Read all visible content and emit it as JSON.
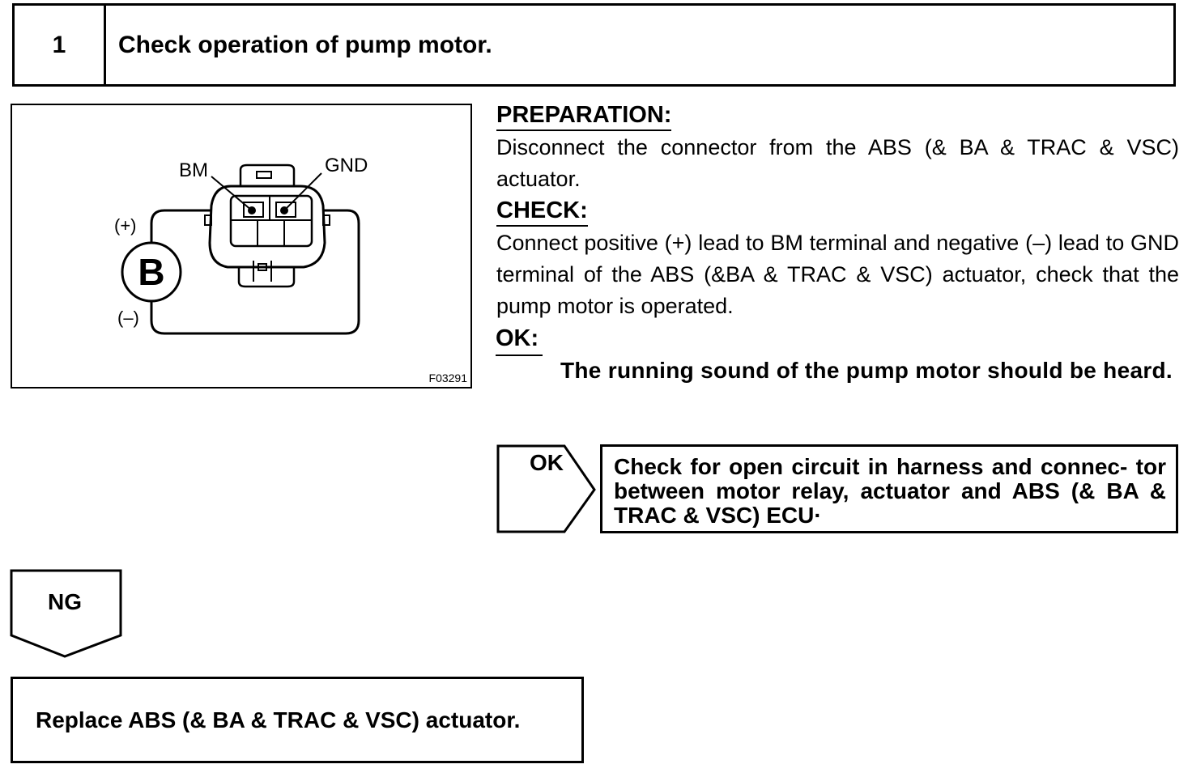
{
  "step": {
    "number": "1",
    "title": "Check operation of pump motor."
  },
  "figure": {
    "label_bm": "BM",
    "label_gnd": "GND",
    "label_plus": "(+)",
    "label_minus": "(–)",
    "battery_symbol": "B",
    "figure_code": "F03291"
  },
  "preparation": {
    "heading": "PREPARATION:",
    "text": "Disconnect the connector from the ABS (& BA & TRAC & VSC) actuator."
  },
  "check": {
    "heading": "CHECK:",
    "text": "Connect positive (+) lead to BM terminal and negative (–) lead to GND terminal of the ABS (&BA & TRAC & VSC) actuator, check that the pump motor is operated."
  },
  "ok": {
    "heading": "OK:",
    "criterion": "The running sound of the pump motor should be heard."
  },
  "ok_result": {
    "arrow_label": "OK",
    "text": "Check for open circuit in harness and connec- tor between motor relay, actuator and ABS (& BA & TRAC & VSC) ECU·"
  },
  "ng_result": {
    "arrow_label": "NG",
    "text": "Replace ABS (& BA & TRAC & VSC) actuator."
  }
}
